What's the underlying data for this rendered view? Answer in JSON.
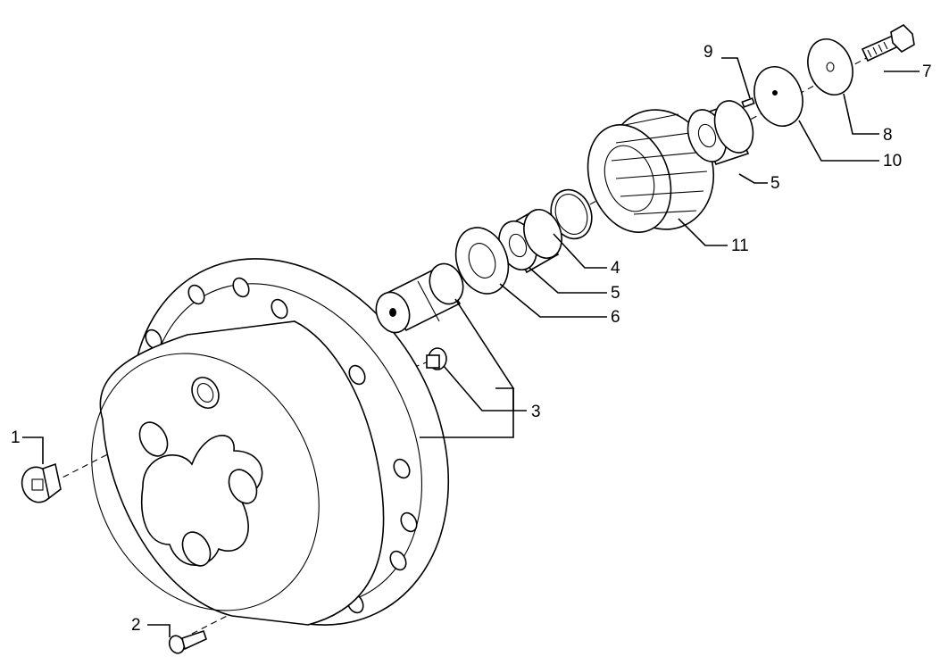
{
  "callouts": {
    "c1": "1",
    "c2": "2",
    "c3": "3",
    "c4": "4",
    "c5a": "5",
    "c5b": "5",
    "c6": "6",
    "c7": "7",
    "c8": "8",
    "c9": "9",
    "c10": "10",
    "c11": "11"
  },
  "colors": {
    "ink": "#000000",
    "paper": "#ffffff"
  }
}
